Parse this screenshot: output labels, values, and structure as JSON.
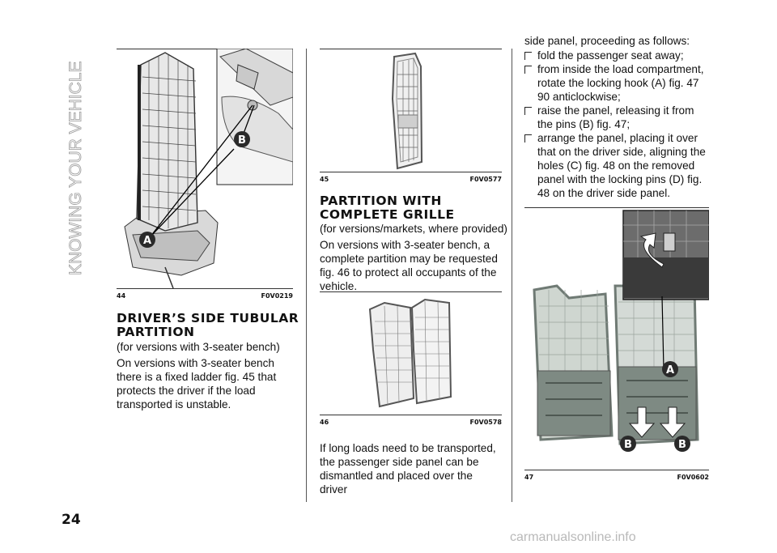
{
  "side_title": "KNOWING YOUR VEHICLE",
  "page_number": "24",
  "fig44": {
    "num": "44",
    "code": "F0V0219",
    "label_a": "A",
    "label_b": "B"
  },
  "fig45": {
    "num": "45",
    "code": "F0V0577"
  },
  "fig46": {
    "num": "46",
    "code": "F0V0578"
  },
  "fig47": {
    "num": "47",
    "code": "F0V0602",
    "label_a": "A",
    "label_b1": "B",
    "label_b2": "B"
  },
  "section1": {
    "heading_line1": "DRIVER’S SIDE TUBULAR",
    "heading_line2": "PARTITION",
    "para1": "(for versions with 3-seater bench)",
    "para2": "On versions with 3-seater bench there is a fixed ladder fig. 45 that protects the driver if the load transported is unstable."
  },
  "section2": {
    "heading_line1": "PARTITION WITH",
    "heading_line2": "COMPLETE GRILLE",
    "para1": "(for versions/markets, where provided)",
    "para2": "On versions with 3-seater bench, a complete partition may be requested fig. 46 to protect all occupants of the vehicle.",
    "para3": "If long loads need to be transported, the passenger side panel can be dismantled and placed over the driver"
  },
  "section3": {
    "intro": "side panel, proceeding as follows:",
    "bullets": [
      "fold the passenger seat away;",
      "from inside the load compartment, rotate the locking hook (A) fig. 47 90 anticlockwise;",
      "raise the panel, releasing it from the pins (B) fig. 47;",
      "arrange the panel, placing it over that on the driver side, aligning the holes (C) fig. 48 on the removed panel with the locking pins (D) fig. 48 on the driver side panel."
    ]
  },
  "watermark": "carmanualsonline.info"
}
